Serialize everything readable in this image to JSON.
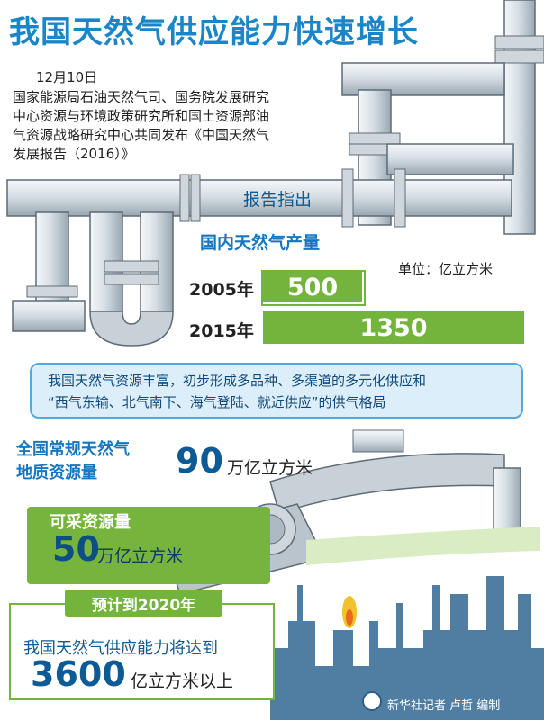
{
  "title": "我国天然气供应能力快速增长",
  "date": "12月10日",
  "intro_lines": [
    "国家能源局石油天然气司、国务院发展研究",
    "中心资源与环境政策研究所和国土资源部油",
    "气资源战略研究中心共同发布《中国天然气",
    "发展报告（2016）》"
  ],
  "report_label": "报告指出",
  "production": {
    "heading": "国内天然气产量",
    "unit_label": "单位：亿立方米",
    "rows": [
      {
        "year": "2005年",
        "value": "500"
      },
      {
        "year": "2015年",
        "value": "1350"
      }
    ]
  },
  "note_lines": [
    "我国天然气资源丰富，初步形成多品种、多渠道的多元化供应和",
    "“西气东输、北气南下、海气登陆、就近供应”的供气格局"
  ],
  "resources": {
    "conventional_label_lines": [
      "全国常规天然气",
      "地质资源量"
    ],
    "conventional_value": "90",
    "conventional_unit": "万亿立方米",
    "recoverable_label": "可采资源量",
    "recoverable_value": "50",
    "recoverable_unit": "万亿立方米"
  },
  "forecast": {
    "tab": "预计到2020年",
    "line": "我国天然气供应能力将达到",
    "value": "3600",
    "unit": "亿立方米以上"
  },
  "credit": "新华社记者 卢哲 编制",
  "colors": {
    "title_blue": "#1a86c7",
    "green": "#72b43c",
    "pipe_gray": "#d3dbe1",
    "city_blue": "#4f7ea2"
  }
}
